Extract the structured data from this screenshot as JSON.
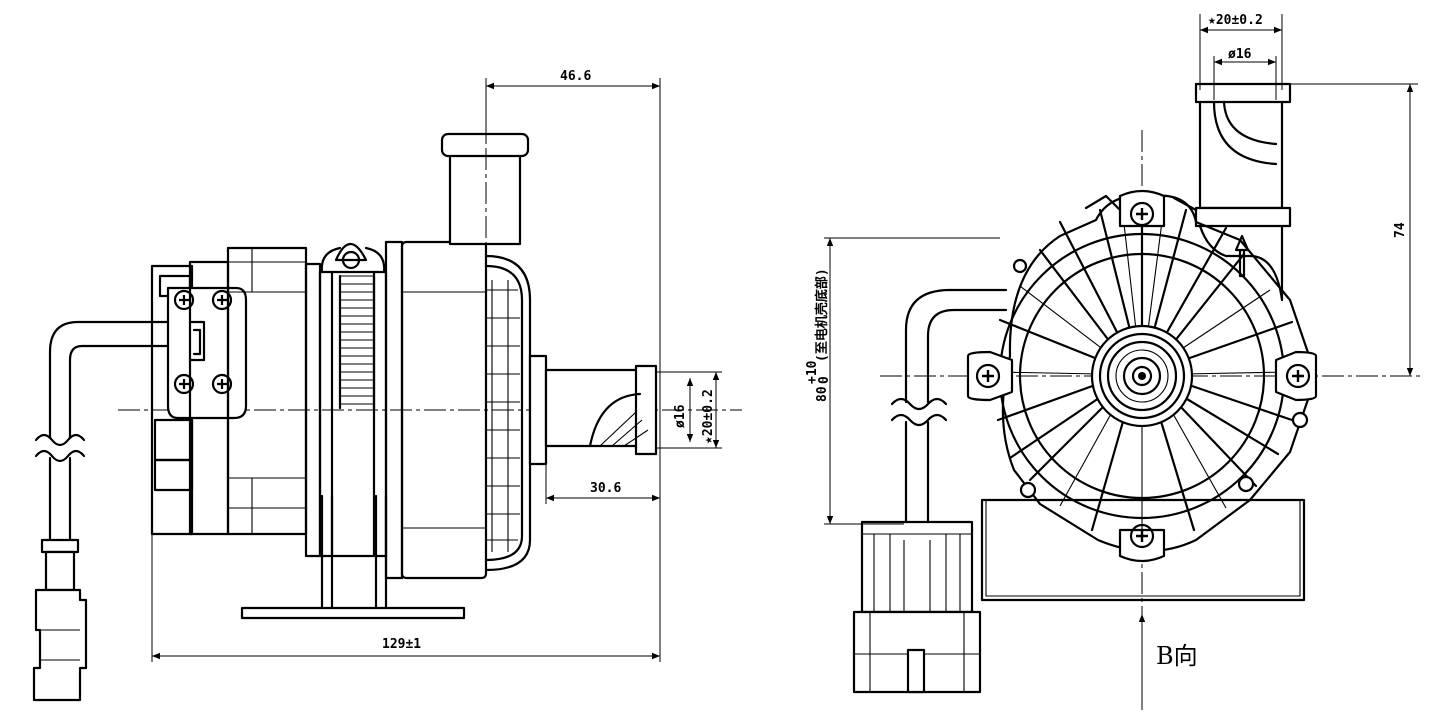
{
  "dimensions": {
    "side_top_width": "46.6",
    "side_outlet_dia": "ø16",
    "side_outlet_ref_dia": "★20±0.2",
    "side_outlet_length": "30.6",
    "side_total_length": "129±1",
    "front_inlet_ref_dia": "★20±0.2",
    "front_inlet_dia": "ø16",
    "front_inlet_height": "74",
    "front_cable_base": "80",
    "front_cable_tol_upper": "+10",
    "front_cable_tol_lower": "0",
    "front_cable_note": "(至电机壳底部)"
  },
  "annotations": {
    "view_direction": "B向"
  }
}
